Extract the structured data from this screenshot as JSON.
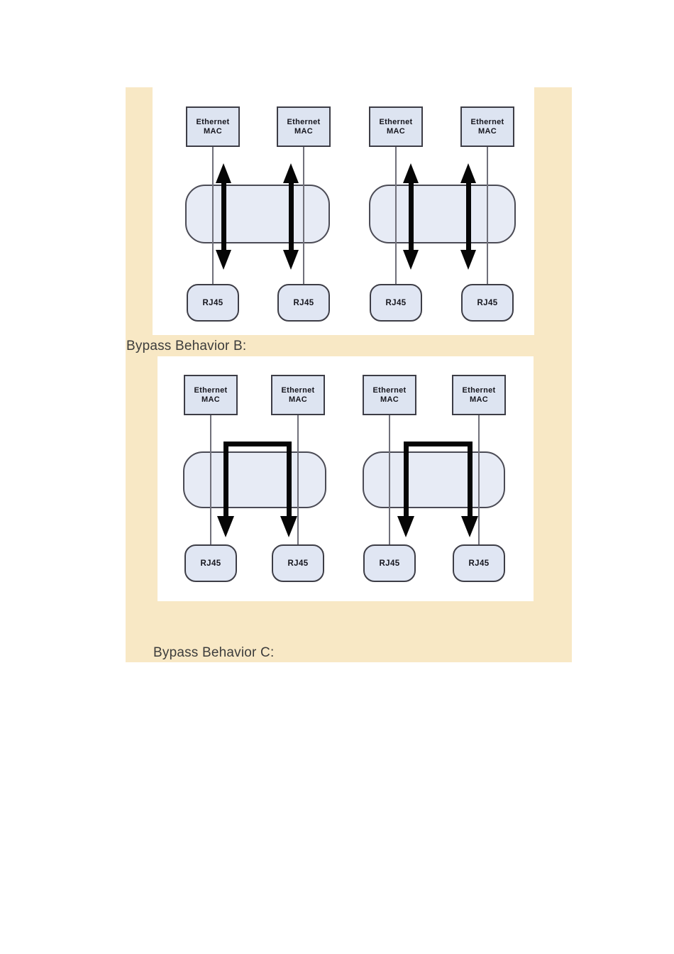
{
  "document": {
    "type": "documentation-page-excerpt",
    "background": "#ffffff"
  },
  "highlight_band": {
    "color": "#f8e8c5"
  },
  "captions": {
    "bypass_b": "Bypass Behavior B:",
    "bypass_c": "Bypass Behavior C:"
  },
  "labels": {
    "mac_line1": "Ethernet",
    "mac_line2": "MAC",
    "rj45": "RJ45"
  },
  "colors": {
    "node_fill": "#dde4f1",
    "switch_block_fill": "#e7ebf5",
    "node_border": "#3d3d46",
    "arrow": "#060606",
    "caption_text": "#3c3c3c"
  },
  "figures": [
    {
      "id": "figure-bypass-a",
      "structure": "2 groups; each group has 2 Ethernet MAC boxes on top, a rounded switch block in the middle and 2 RJ45 ports below",
      "arrows": "vertical double-headed arrows between each Ethernet MAC and its RJ45 port, passing through the switch block"
    },
    {
      "id": "figure-bypass-b",
      "structure": "2 groups; each group has 2 Ethernet MAC boxes on top, a rounded switch block in the middle and 2 RJ45 ports below",
      "arrows": "inverted-U arrow over each switch block with both ends pointing down into the two RJ45 ports, bypassing the MACs"
    }
  ]
}
